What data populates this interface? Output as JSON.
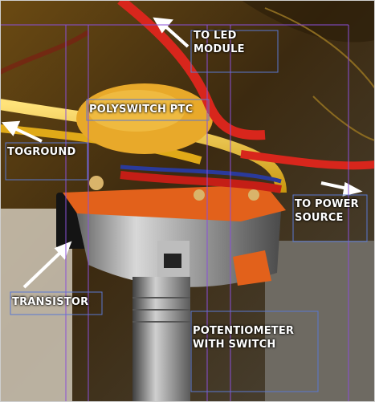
{
  "labels": {
    "to_led_module": {
      "lines": [
        "TO LED",
        "MODULE"
      ]
    },
    "polyswitch": {
      "lines": [
        "POLYSWITCH PTC"
      ]
    },
    "to_ground": {
      "lines": [
        "TOGROUND"
      ]
    },
    "to_power_source": {
      "lines": [
        "TO POWER",
        "SOURCE"
      ]
    },
    "transistor": {
      "lines": [
        "TRANSISTOR"
      ]
    },
    "potentiometer": {
      "lines": [
        "POTENTIOMETER",
        "WITH SWITCH"
      ]
    }
  },
  "colors": {
    "red_wire": "#d8261c",
    "yellow_wire": "#f2c21a",
    "polyswitch_body": "#e8a92a",
    "pcb_orange": "#e2611b",
    "guide_purple": "#8a4fd8",
    "label_box_blue": "#5a78d0"
  }
}
